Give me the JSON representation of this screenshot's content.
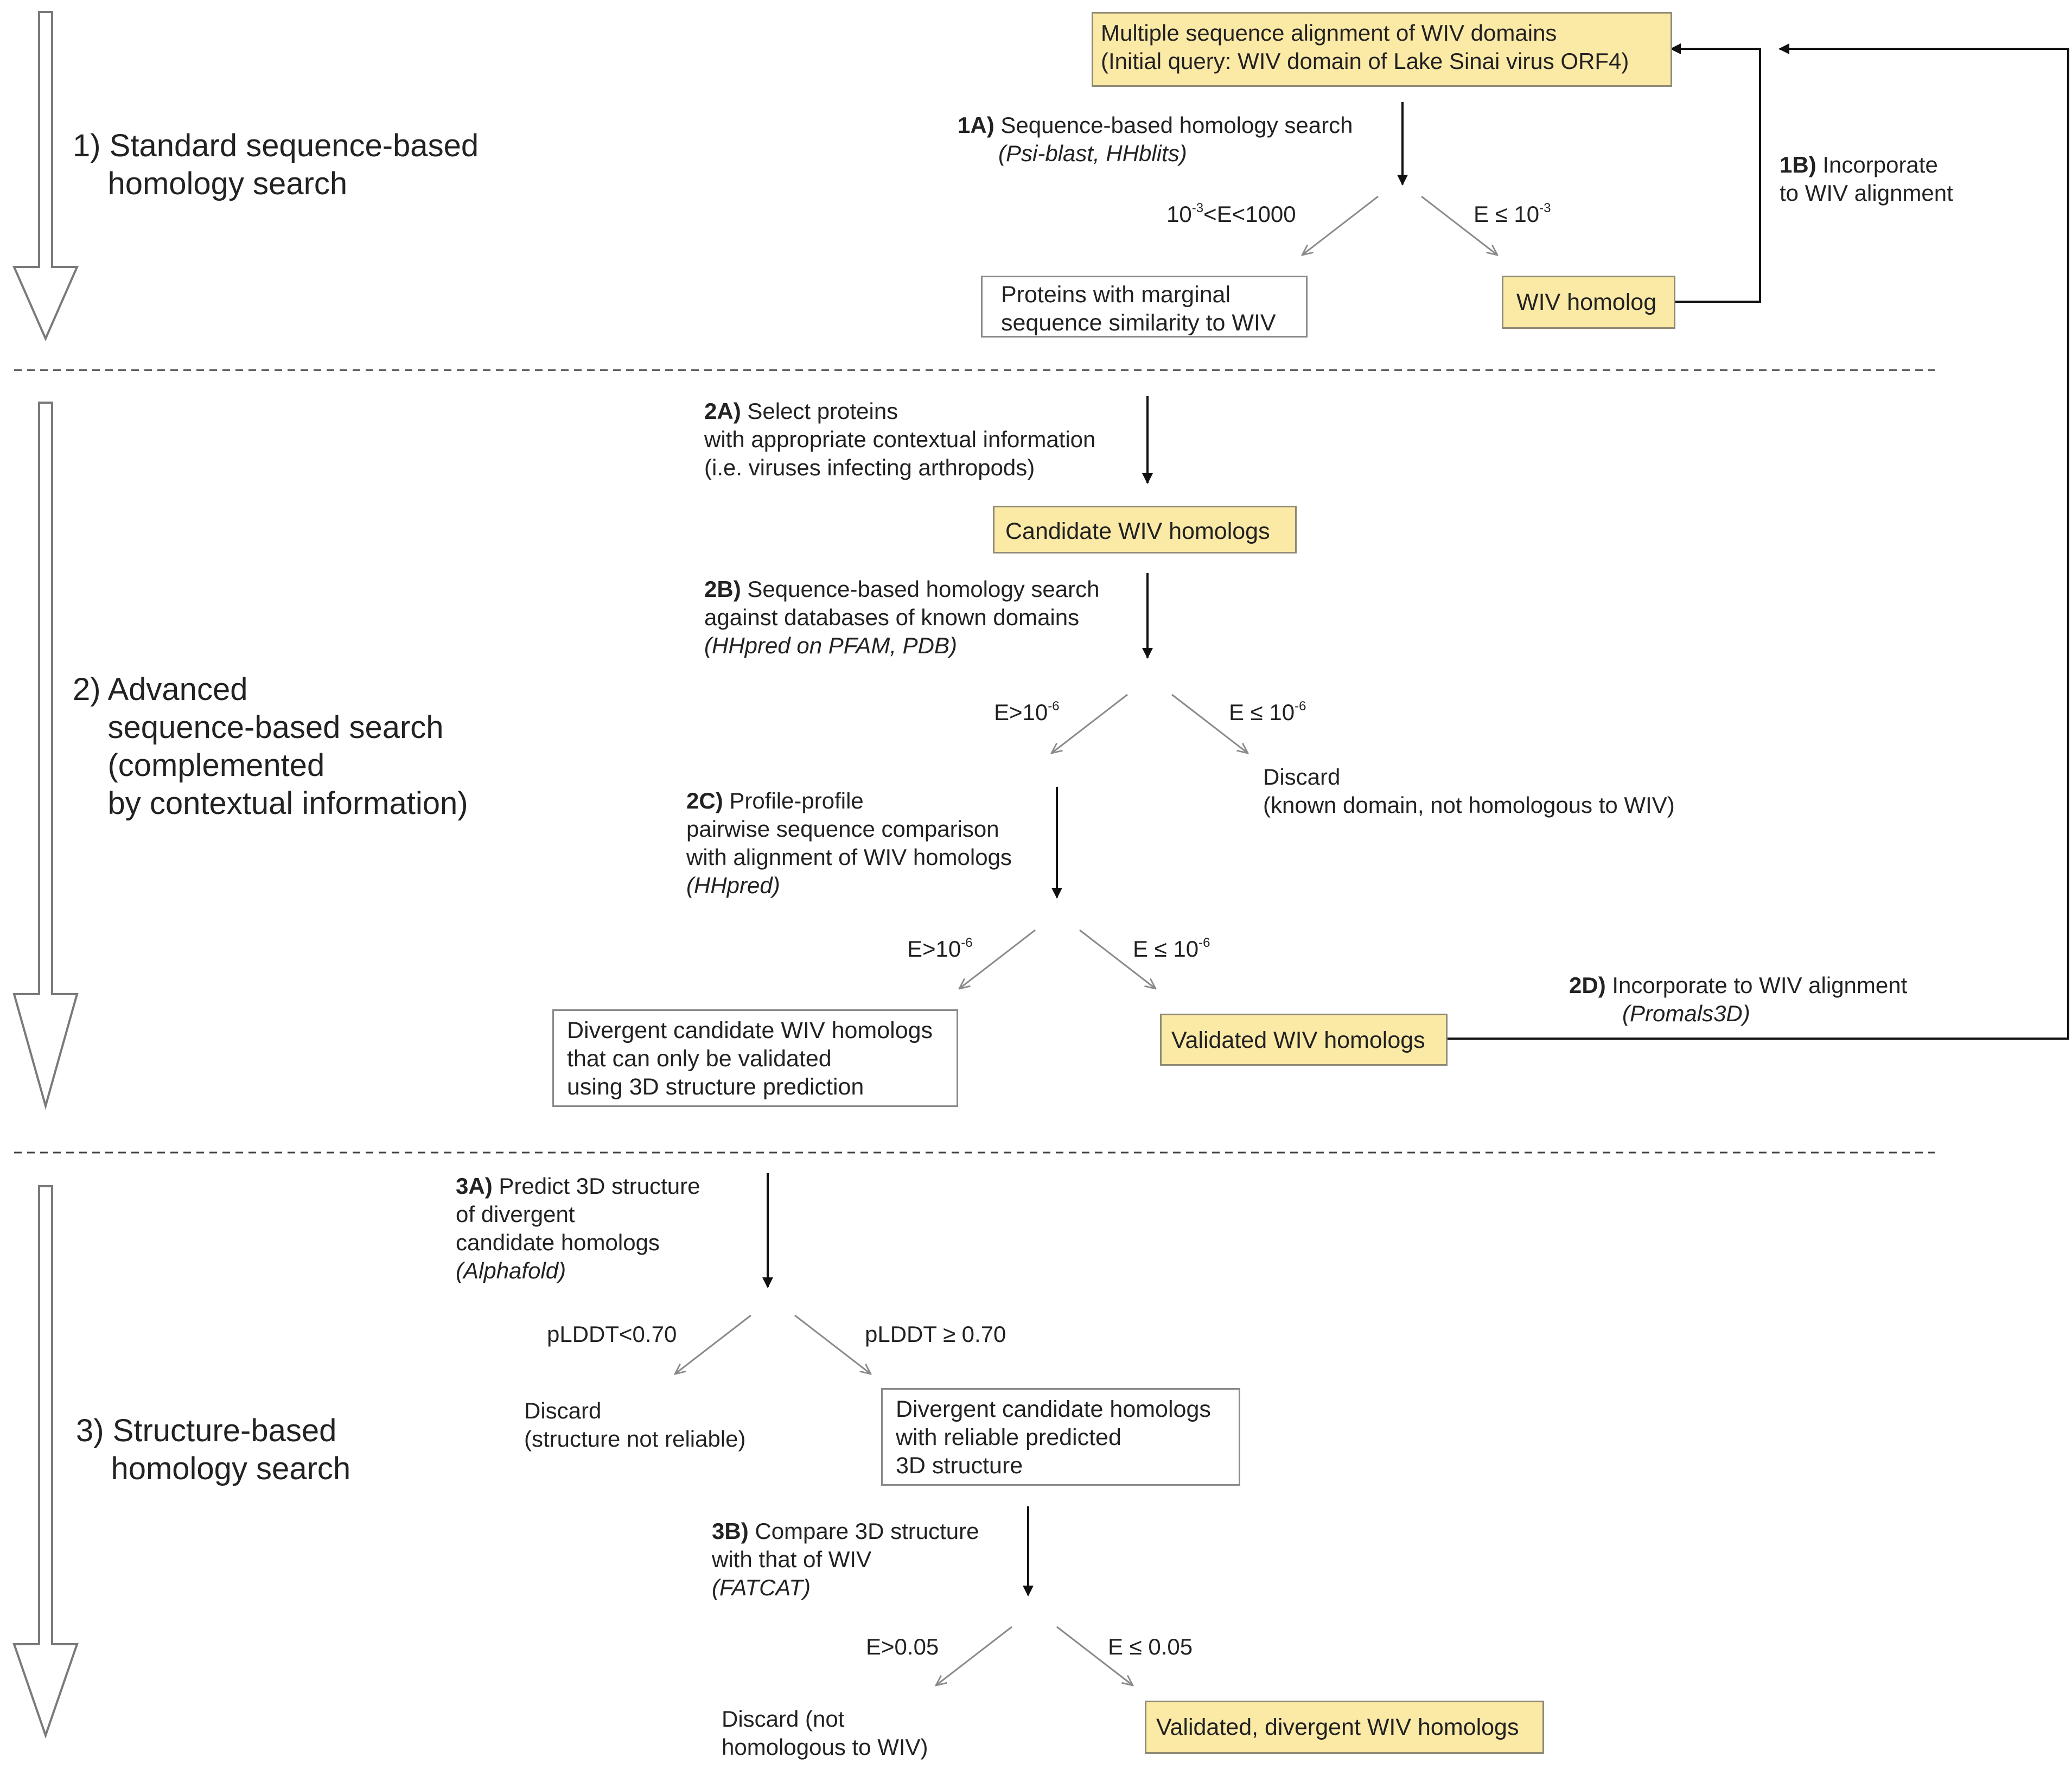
{
  "stages": [
    {
      "label": "1) Standard sequence-based\n    homology search"
    },
    {
      "label": "2) Advanced\n    sequence-based search\n    (complemented\n    by contextual information)"
    },
    {
      "label": "3) Structure-based\n    homology search"
    }
  ],
  "boxes": {
    "msa": "Multiple sequence alignment of WIV domains\n(Initial query: WIV domain of Lake Sinai virus ORF4)",
    "marginal": "Proteins with marginal\nsequence similarity to WIV",
    "wiv_homolog": "WIV homolog",
    "candidate": "Candidate WIV homologs",
    "divergent": "Divergent candidate WIV homologs\nthat can only be validated\nusing 3D structure prediction",
    "validated": "Validated WIV homologs",
    "reliable": "Divergent candidate homologs\nwith reliable predicted\n3D structure",
    "validated_divergent": "Validated, divergent WIV homologs"
  },
  "steps": {
    "s1a": {
      "code": "1A)",
      "text": "Sequence-based homology search",
      "tools": "(Psi-blast, HHblits)"
    },
    "s1b": {
      "code": "1B)",
      "text": "Incorporate",
      "text2": "to WIV alignment"
    },
    "s2a": {
      "code": "2A)",
      "text": "Select proteins",
      "text2": "with appropriate contextual information\n(i.e. viruses infecting arthropods)"
    },
    "s2b": {
      "code": "2B)",
      "text": "Sequence-based homology search",
      "text2": "against databases of known domains",
      "tools": "(HHpred on PFAM, PDB)"
    },
    "s2c": {
      "code": "2C)",
      "text": "Profile-profile",
      "text2": "pairwise sequence comparison\nwith alignment of WIV homologs",
      "tools": "(HHpred)"
    },
    "s2d": {
      "code": "2D)",
      "text": "Incorporate to WIV alignment",
      "tools": "(Promals3D)"
    },
    "s3a": {
      "code": "3A)",
      "text": "Predict 3D structure",
      "text2": "of divergent\ncandidate homologs",
      "tools": "(Alphafold)"
    },
    "s3b": {
      "code": "3B)",
      "text": "Compare 3D structure",
      "text2": "with that of WIV",
      "tools": "(FATCAT)"
    }
  },
  "conditions": {
    "c1_left": {
      "pre": "10",
      "sup": "-3",
      "post": "<E<1000"
    },
    "c1_right": {
      "pre": "E ≤ 10",
      "sup": "-3"
    },
    "c2_left": {
      "pre": "E>10",
      "sup": "-6"
    },
    "c2_right": {
      "pre": "E ≤ 10",
      "sup": "-6"
    },
    "c3_left": {
      "pre": "E>10",
      "sup": "-6"
    },
    "c3_right": {
      "pre": "E ≤ 10",
      "sup": "-6"
    },
    "c4_left": "pLDDT<0.70",
    "c4_right": "pLDDT ≥ 0.70",
    "c5_left": "E>0.05",
    "c5_right": "E ≤ 0.05"
  },
  "discards": {
    "d2": "Discard\n(known domain, not homologous to WIV)",
    "d4": "Discard\n(structure not reliable)",
    "d5": "Discard (not\nhomologous to WIV)"
  },
  "colors": {
    "box_fill": "#fbe9a6",
    "line": "#111111",
    "thin_line": "#8a8a8a"
  }
}
